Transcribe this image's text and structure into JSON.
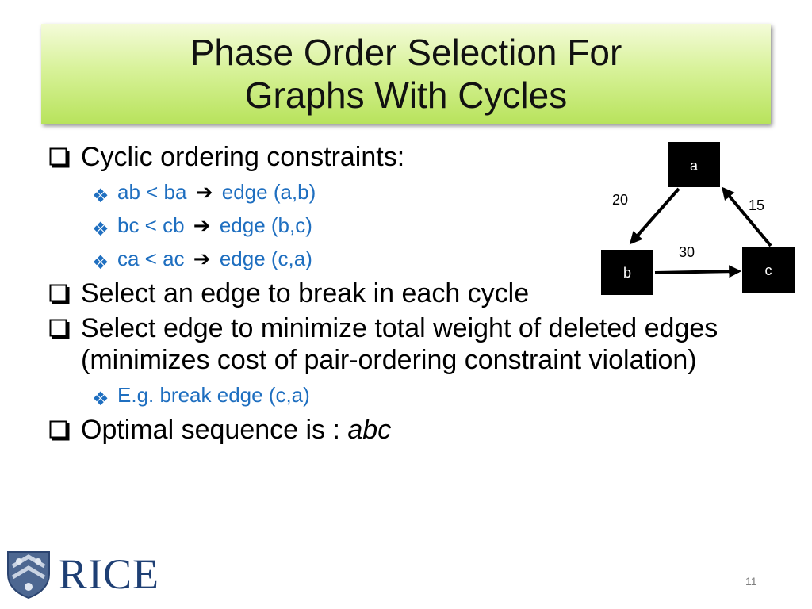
{
  "title": {
    "line1": "Phase Order Selection For",
    "line2": "Graphs With Cycles"
  },
  "bullets": [
    {
      "text": "Cyclic ordering constraints:"
    },
    {
      "sub": [
        {
          "left": "ab < ba",
          "right": "edge (a,b)"
        },
        {
          "left": "bc < cb",
          "right": "edge (b,c)"
        },
        {
          "left": "ca < ac",
          "right": "edge (c,a)"
        }
      ]
    },
    {
      "text": "Select an edge to break in each cycle"
    },
    {
      "text": "Select edge to minimize total weight of deleted edges (minimizes  cost of pair-ordering constraint violation)"
    },
    {
      "example": "E.g. break edge (c,a)"
    },
    {
      "text_prefix": "Optimal sequence is : ",
      "text_italic": "abc"
    }
  ],
  "graph": {
    "nodes": {
      "a": "a",
      "b": "b",
      "c": "c"
    },
    "weights": {
      "ab": "20",
      "bc": "30",
      "ca": "15"
    }
  },
  "logo_text": "RICE",
  "page_number": "11",
  "colors": {
    "title_gradient_top": "#f4fbd9",
    "title_gradient_bottom": "#b8e35c",
    "sub_text": "#1f6fc0",
    "logo": "#1e3f74"
  }
}
